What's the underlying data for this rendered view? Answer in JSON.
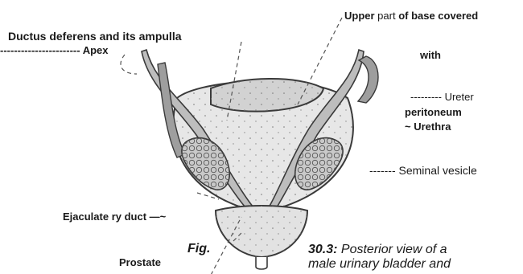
{
  "labels": {
    "ductus_deferens": "Ductus deferens and its ampulla",
    "apex": "----------------------- Apex",
    "upper_part_bold_1": "Upper",
    "upper_part_plain": " part ",
    "upper_part_bold_2": "of base covered",
    "with": "with",
    "ureter": "--------- Ureter",
    "peritoneum": "peritoneum",
    "urethra": "~ Urethra",
    "seminal_vesicle": "------- Seminal vesicle",
    "ejaculatory_duct": "Ejaculate ry duct —~",
    "prostate": "Prostate"
  },
  "caption": {
    "fig": "Fig.",
    "number": "30.3:",
    "line1": " Posterior view of a",
    "line2": "male urinary bladder and"
  },
  "colors": {
    "outline": "#3a3a3a",
    "bladder_fill": "#e7e7e7",
    "peritoneum_fill": "#d2d2d2",
    "duct_fill": "#bdbdbd",
    "vesicle_fill": "#c9c9c9",
    "prostate_fill": "#e2e2e2"
  }
}
